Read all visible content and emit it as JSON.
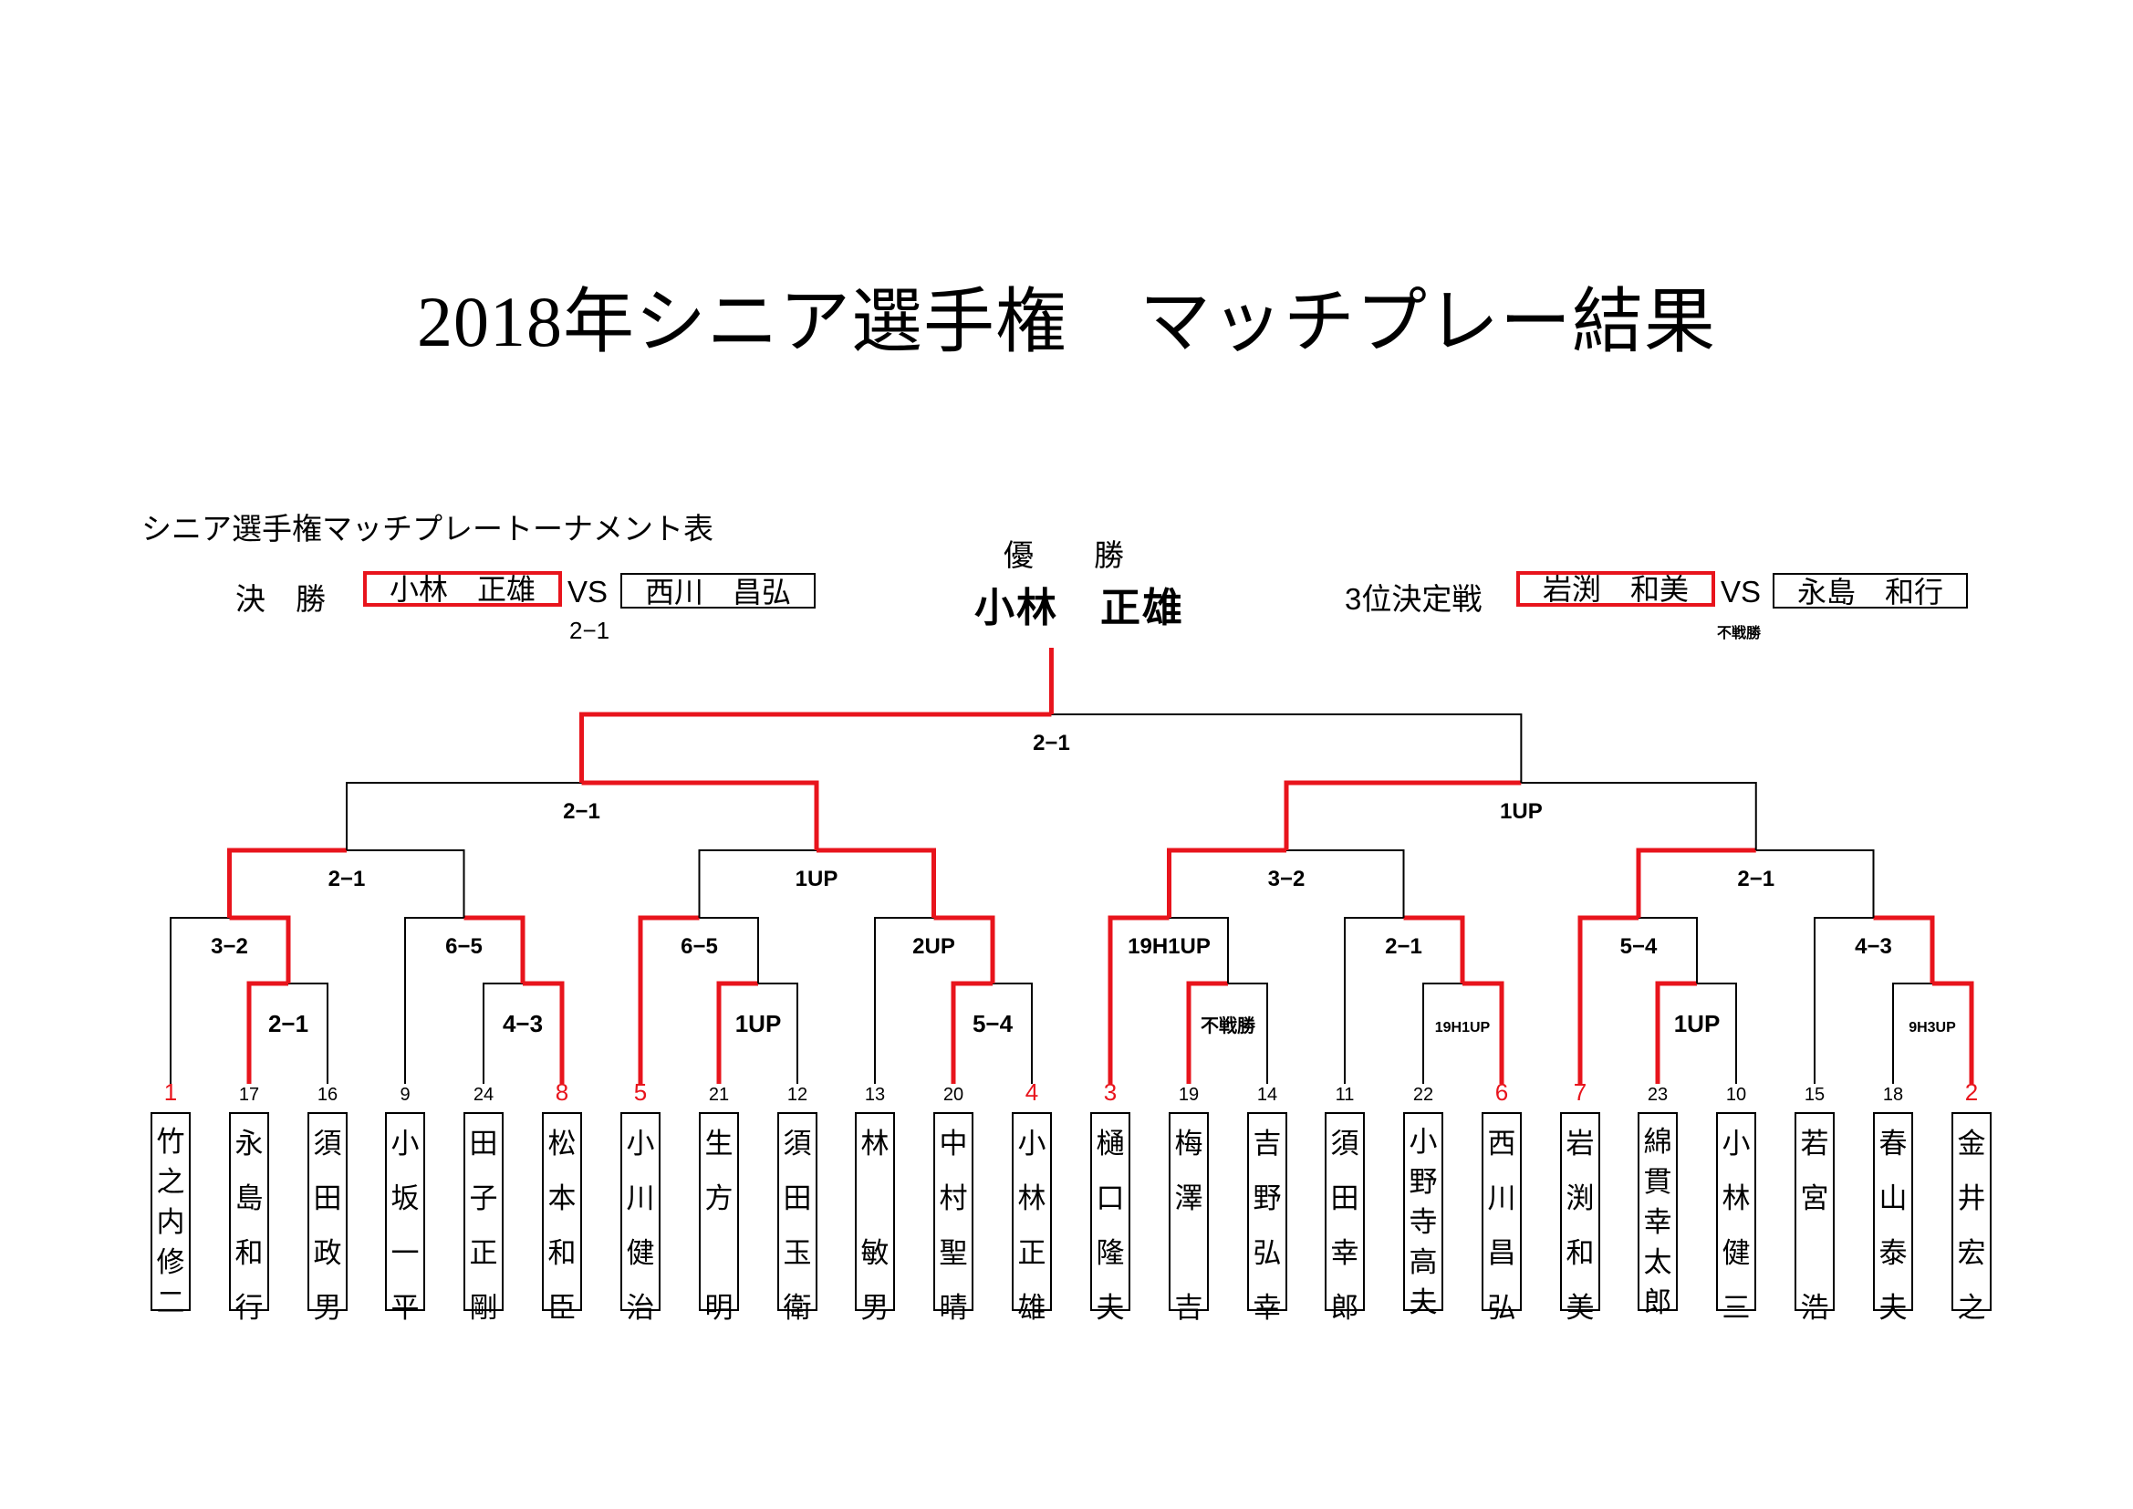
{
  "title": "2018年シニア選手権　マッチプレー結果",
  "subtitle": "シニア選手権マッチプレートーナメント表",
  "final": {
    "label": "決　勝",
    "winner": "小林　正雄",
    "vs": "VS",
    "loser": "西川　昌弘",
    "score": "2−1"
  },
  "champion": {
    "label": "優　　勝",
    "name": "小林　正雄"
  },
  "third_place": {
    "label": "3位決定戦",
    "winner": "岩渕　和美",
    "vs": "VS",
    "loser": "永島　和行",
    "score": "不戦勝"
  },
  "colors": {
    "win_line": "#e8141c",
    "line": "#000000",
    "seed": "#e8141c"
  },
  "players": [
    {
      "seed": "1",
      "name": "竹之内修二"
    },
    {
      "seed": "17",
      "name": "永島和行"
    },
    {
      "seed": "16",
      "name": "須田政男"
    },
    {
      "seed": "9",
      "name": "小坂一平"
    },
    {
      "seed": "24",
      "name": "田子正剛"
    },
    {
      "seed": "8",
      "name": "松本和臣"
    },
    {
      "seed": "5",
      "name": "小川健治"
    },
    {
      "seed": "21",
      "name": "生方　明"
    },
    {
      "seed": "12",
      "name": "須田玉衛"
    },
    {
      "seed": "13",
      "name": "林　敏男"
    },
    {
      "seed": "20",
      "name": "中村聖晴"
    },
    {
      "seed": "4",
      "name": "小林正雄"
    },
    {
      "seed": "3",
      "name": "樋口隆夫"
    },
    {
      "seed": "19",
      "name": "梅澤　吉"
    },
    {
      "seed": "14",
      "name": "吉野弘幸"
    },
    {
      "seed": "11",
      "name": "須田幸郎"
    },
    {
      "seed": "22",
      "name": "小野寺高夫"
    },
    {
      "seed": "6",
      "name": "西川昌弘"
    },
    {
      "seed": "7",
      "name": "岩渕和美"
    },
    {
      "seed": "23",
      "name": "綿貫幸太郎"
    },
    {
      "seed": "10",
      "name": "小林健三"
    },
    {
      "seed": "15",
      "name": "若宮　浩"
    },
    {
      "seed": "18",
      "name": "春山泰夫"
    },
    {
      "seed": "2",
      "name": "金井宏之"
    }
  ],
  "match_scores": {
    "r1": [
      "2−1",
      "4−3",
      "1UP",
      "5−4",
      "不戦勝",
      "19H1UP",
      "1UP",
      "9H3UP"
    ],
    "r2": [
      "3−2",
      "6−5",
      "6−5",
      "2UP",
      "19H1UP",
      "2−1",
      "5−4",
      "4−3"
    ],
    "r3": [
      "2−1",
      "1UP",
      "3−2",
      "2−1"
    ],
    "semi": [
      "2−1",
      "1UP"
    ],
    "final": "2−1"
  }
}
